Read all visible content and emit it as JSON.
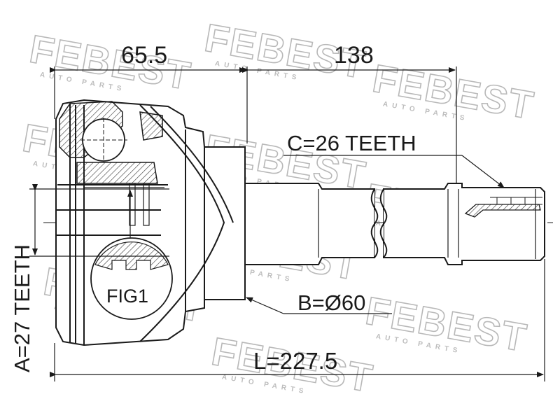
{
  "watermark": {
    "brand": "FEBEST",
    "tagline": "AUTO PARTS"
  },
  "dimensions": {
    "length_inner": "65.5",
    "length_shaft": "138",
    "total_length": "L=227.5",
    "outer_diameter": "B=Ø60",
    "spline_outer": "C=26 TEETH",
    "spline_inner": "A=27 TEETH"
  },
  "labels": {
    "figure": "FIG1"
  },
  "colors": {
    "line": "#1a1a1a",
    "hatch": "#333333",
    "watermark": "#b8b8b8"
  }
}
